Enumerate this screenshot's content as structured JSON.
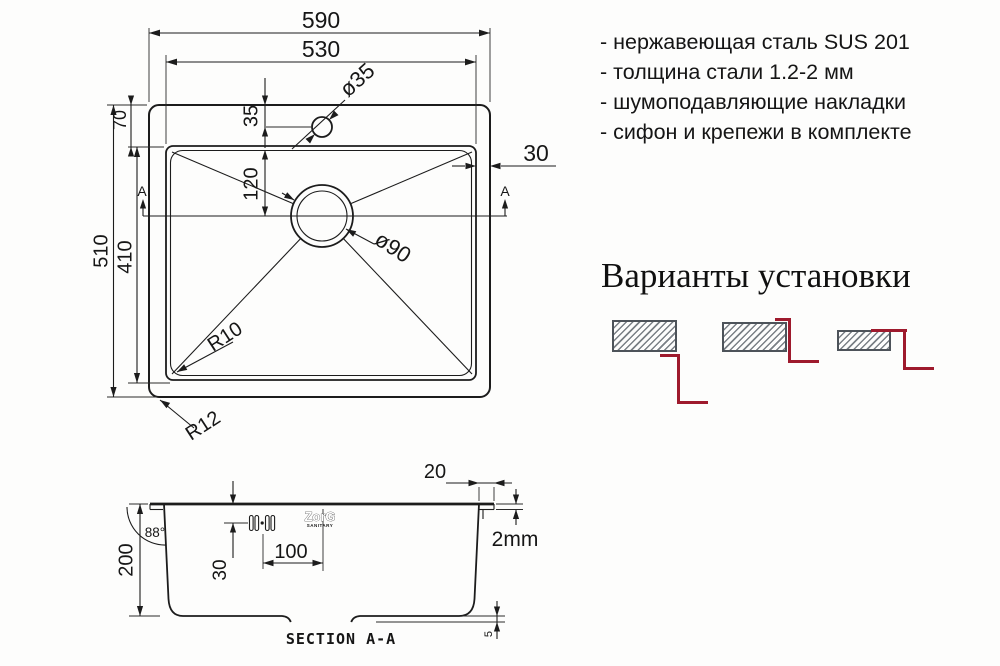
{
  "top_view": {
    "overall_width": "590",
    "bowl_width": "530",
    "faucet_hole_diameter": "ø35",
    "faucet_hole_offset": "35",
    "rim_top": "70",
    "rim_side": "30",
    "drain_offset": "120",
    "drain_diameter": "ø90",
    "overall_depth": "510",
    "bowl_depth": "410",
    "inner_corner_radius": "R10",
    "outer_corner_radius": "R12",
    "section_letter": "A"
  },
  "specs": {
    "items": [
      "- нержавеющая сталь SUS 201",
      "- толщина стали 1.2-2 мм",
      "- шумоподавляющие накладки",
      "- сифон и крепежи в комплекте"
    ]
  },
  "installation": {
    "title": "Варианты установки"
  },
  "section_view": {
    "flange_width": "20",
    "steel_thickness": "2mm",
    "wall_angle": "88°",
    "bowl_height": "200",
    "hole_offset": "30",
    "hole_spacing": "100",
    "bottom_offset": "5",
    "logo": "ZorG",
    "logo_sub": "SANITARY",
    "caption": "SECTION A-A"
  },
  "colors": {
    "line": "#1c1c1c",
    "accent_red": "#9e1a2d",
    "hatch_gray": "#7a8086",
    "border_gray": "#4d535a"
  }
}
